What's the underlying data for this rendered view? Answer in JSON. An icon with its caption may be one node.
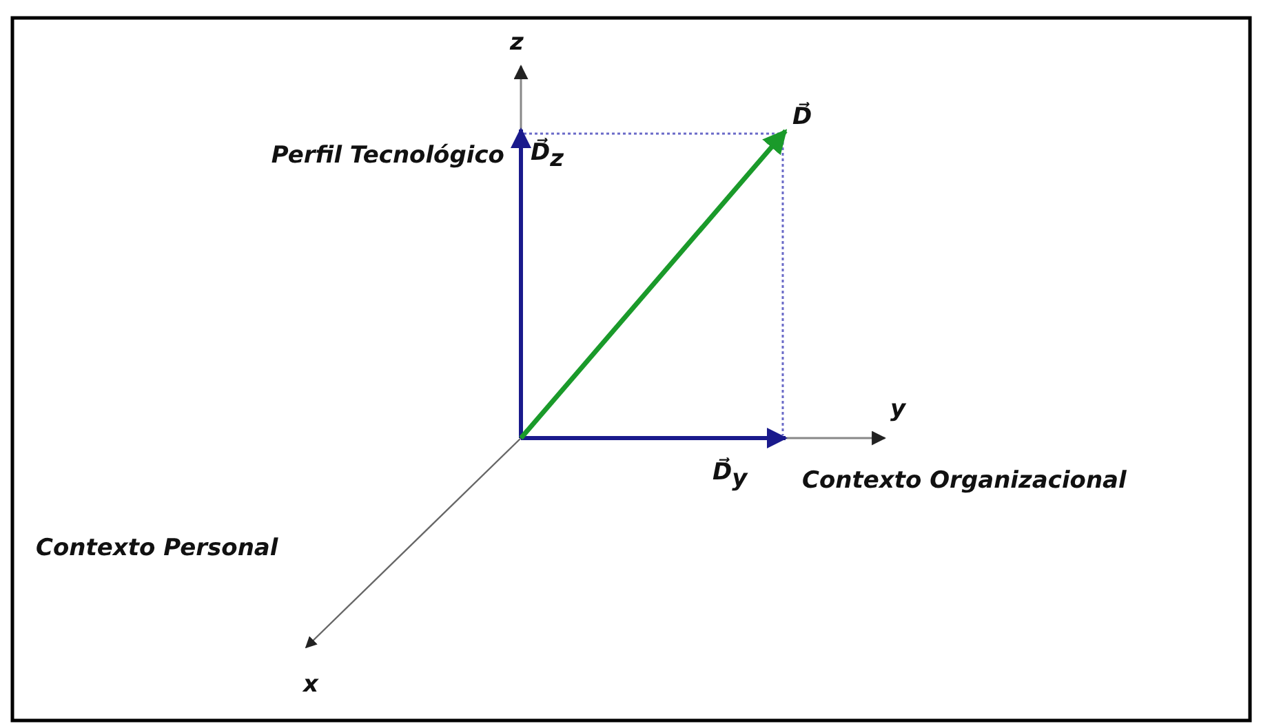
{
  "diagram": {
    "labels": [
      "z",
      "Perfil Tecnológico",
      "D⃗",
      "D⃗$_{z}$",
      "y",
      "D⃗$_{y}$",
      "Contexto Organizacional",
      "Contexto Personal",
      "x"
    ]
  }
}
